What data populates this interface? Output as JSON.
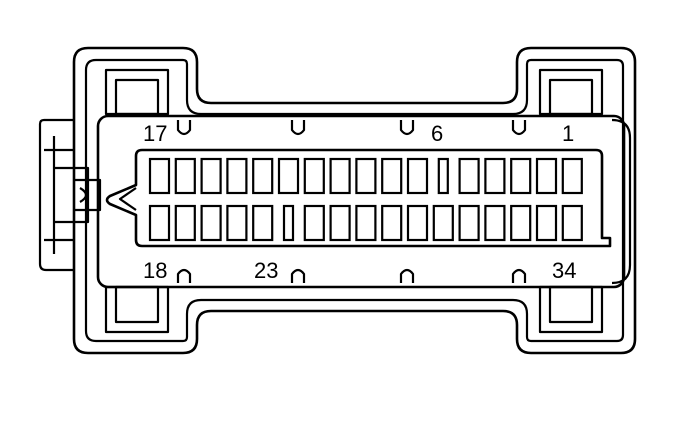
{
  "connector": {
    "pin_labels": {
      "top_left": "17",
      "top_mid": "6",
      "top_right": "1",
      "bottom_left": "18",
      "bottom_mid": "23",
      "bottom_right": "34"
    },
    "rows": 2,
    "cavities_per_row": 17,
    "narrow_cavity_top_index": 11,
    "narrow_cavity_bottom_index": 5
  }
}
